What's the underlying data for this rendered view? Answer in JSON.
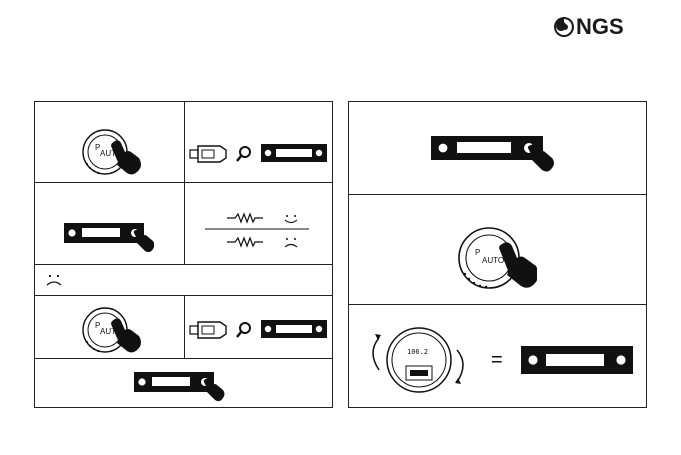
{
  "brand": {
    "name": "NGS",
    "logo_icon": "ngs-spiral-logo"
  },
  "button_label": "AUTO",
  "display_freq": "106.2",
  "equals_symbol": "=",
  "icons": {
    "magnifier": "search-icon",
    "happy": "smiley-icon",
    "sad": "sad-face-icon",
    "rotate": "rotate-arrows-icon",
    "hand": "pointing-hand-icon"
  },
  "colors": {
    "ink": "#1a1a1a",
    "paper": "#ffffff"
  }
}
